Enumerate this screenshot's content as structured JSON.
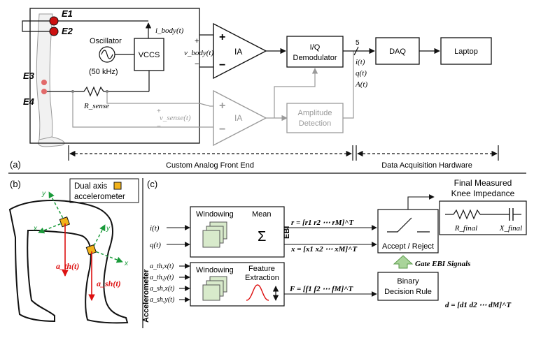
{
  "panel_a": {
    "label": "(a)",
    "electrodes": [
      "E1",
      "E2",
      "E3",
      "E4"
    ],
    "oscillator": {
      "name": "Oscillator",
      "freq": "(50 kHz)"
    },
    "vccs": "VCCS",
    "i_body": "i_body(t)",
    "v_body": "v_body(t)",
    "v_sense": "v_sense(t)",
    "r_sense": "R_sense",
    "ia_top": "IA",
    "ia_bottom": "IA",
    "iq_demod_1": "I/Q",
    "iq_demod_2": "Demodulator",
    "amp_det_1": "Amplitude",
    "amp_det_2": "Detection",
    "bus_width": "5",
    "bus_signals": [
      "i(t)",
      "q(t)",
      "A(t)"
    ],
    "daq": "DAQ",
    "laptop": "Laptop",
    "range_afe": "Custom Analog Front End",
    "range_daq": "Data Acquisition Hardware",
    "plus": "+",
    "minus": "−"
  },
  "panel_b": {
    "label": "(b)",
    "accel_legend_1": "Dual axis",
    "accel_legend_2": "accelerometer",
    "axis_x": "x",
    "axis_y": "y",
    "a_th": "a_th(t)",
    "a_sh": "a_sh(t)"
  },
  "panel_c": {
    "label": "(c)",
    "ebi_label": "EBI",
    "accel_label": "Accelerometer",
    "ebi_inputs": [
      "i(t)",
      "q(t)"
    ],
    "accel_inputs": [
      "a_th,x(t)",
      "a_th,y(t)",
      "a_sh,x(t)",
      "a_sh,y(t)"
    ],
    "windowing": "Windowing",
    "mean": "Mean",
    "sigma": "Σ",
    "feature_1": "Feature",
    "feature_2": "Extraction",
    "r_eq": "r = [r1 r2 ⋯ rM]^T",
    "x_eq": "x = [x1 x2 ⋯ xM]^T",
    "f_eq": "F = [f1 f2 ⋯ fM]^T",
    "d_eq": "d = [d1 d2 ⋯ dM]^T",
    "accept_reject": "Accept / Reject",
    "gate": "Gate EBI Signals",
    "binary_1": "Binary",
    "binary_2": "Decision Rule",
    "final_1": "Final Measured",
    "final_2": "Knee Impedance",
    "r_final": "R_final",
    "x_final": "X_final"
  },
  "colors": {
    "electrode": "#cc1111",
    "accel": "#f2b21a",
    "green": "#1a9a3a",
    "red": "#dd1111",
    "gray": "#9a9a9a",
    "arrow_green": "#7fbf7f"
  }
}
